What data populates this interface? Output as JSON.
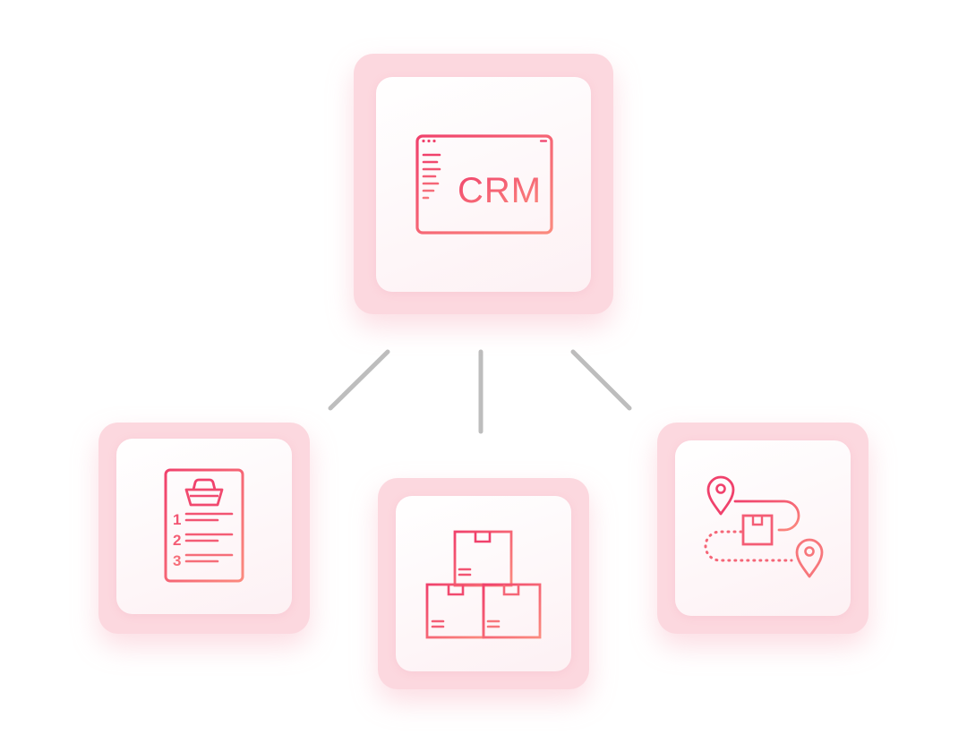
{
  "hub": {
    "icon": "crm-window-icon",
    "label": "CRM"
  },
  "nodes": [
    {
      "icon": "order-list-basket-icon",
      "list_numbers": [
        "1",
        "2",
        "3"
      ]
    },
    {
      "icon": "stacked-boxes-icon"
    },
    {
      "icon": "delivery-route-icon"
    }
  ],
  "colors": {
    "tile_outer": "#fcd8df",
    "tile_inner": "#fdf1f4",
    "icon_gradient_start": "#f0416c",
    "icon_gradient_end": "#fb8a7e",
    "connector": "#bdbdbd"
  }
}
